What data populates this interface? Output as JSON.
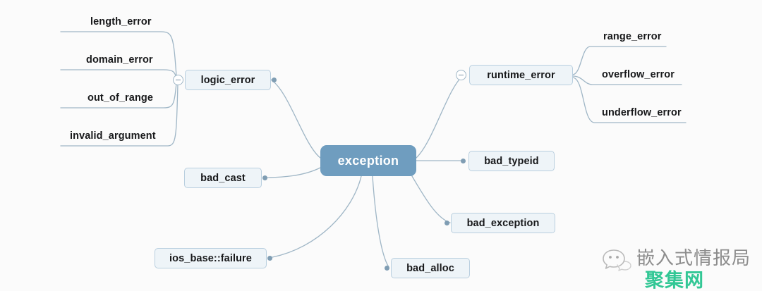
{
  "diagram": {
    "type": "mindmap",
    "background_color": "#fbfbfb",
    "root": {
      "label": "exception",
      "fill": "#6f9dbf",
      "text_color": "#ffffff"
    },
    "node_style": {
      "fill": "#eef4f8",
      "border": "#b9cfdf",
      "text_color": "#17181a"
    },
    "connector_color": "#9fb6c6",
    "branches": [
      {
        "label": "logic_error",
        "side": "left",
        "collapsed_toggle": "minus",
        "children": [
          {
            "label": "length_error"
          },
          {
            "label": "domain_error"
          },
          {
            "label": "out_of_range"
          },
          {
            "label": "invalid_argument"
          }
        ]
      },
      {
        "label": "runtime_error",
        "side": "right",
        "collapsed_toggle": "minus",
        "children": [
          {
            "label": "range_error"
          },
          {
            "label": "overflow_error"
          },
          {
            "label": "underflow_error"
          }
        ]
      },
      {
        "label": "bad_typeid",
        "side": "right",
        "children": []
      },
      {
        "label": "bad_exception",
        "side": "right",
        "children": []
      },
      {
        "label": "bad_alloc",
        "side": "right",
        "children": []
      },
      {
        "label": "bad_cast",
        "side": "left",
        "children": []
      },
      {
        "label": "ios_base::failure",
        "side": "left",
        "children": []
      }
    ]
  },
  "watermark": {
    "logo_icon": "wechat-bubble-icon",
    "title": "嵌入式情报局",
    "subtitle": "聚集网",
    "title_color": "#8d8d8d",
    "subtitle_color": "#32c795"
  }
}
